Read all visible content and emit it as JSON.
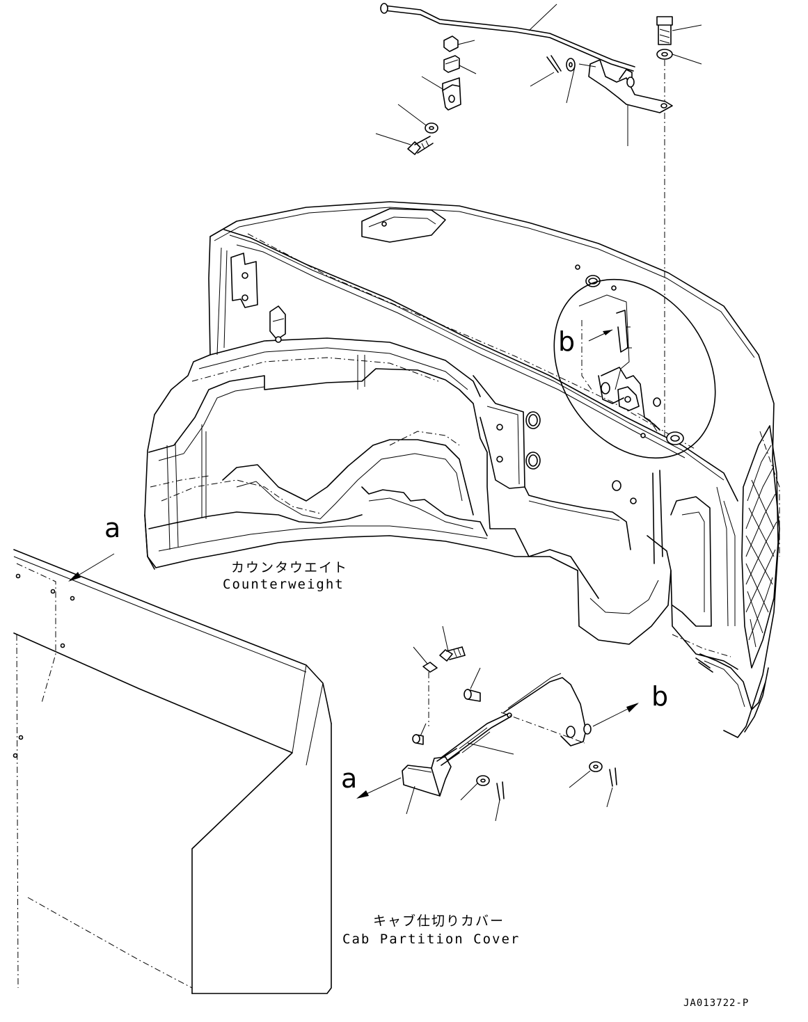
{
  "labels": {
    "counterweight_jp": "カウンタウエイト",
    "counterweight_en": "Counterweight",
    "cab_cover_jp": "キャブ仕切りカバー",
    "cab_cover_en": "Cab Partition Cover",
    "ref_a": "a",
    "ref_b": "b",
    "drawing_code": "JA013722-P"
  },
  "colors": {
    "line": "#000000",
    "background": "#ffffff"
  }
}
